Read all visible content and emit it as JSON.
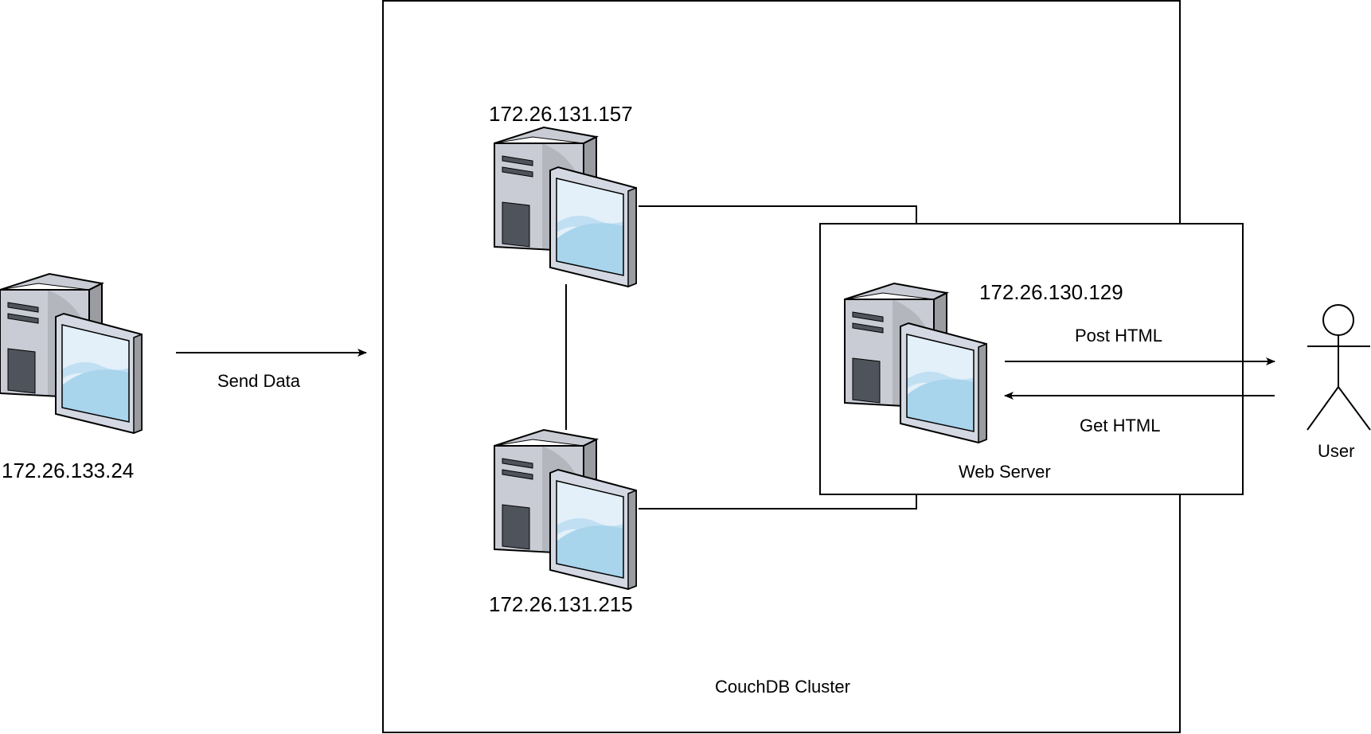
{
  "diagram": {
    "colors": {
      "stroke": "#000000",
      "case_light": "#c9ccd4",
      "case_side": "#9a9ca1",
      "case_dark": "#4f535c",
      "screen_frame": "#d4d8e2",
      "screen_light": "#e3f0f9",
      "screen_blue": "#a8d4ec"
    },
    "source_node": {
      "ip": "172.26.133.24",
      "icon": "desktop-computer-icon"
    },
    "send_edge": {
      "label": "Send Data"
    },
    "cluster": {
      "label": "CouchDB Cluster",
      "nodes": [
        {
          "ip": "172.26.131.157",
          "icon": "desktop-computer-icon"
        },
        {
          "ip": "172.26.131.215",
          "icon": "desktop-computer-icon"
        }
      ]
    },
    "web_server": {
      "label": "Web Server",
      "ip": "172.26.130.129",
      "icon": "desktop-computer-icon"
    },
    "user": {
      "label": "User",
      "icon": "stick-figure-user-icon"
    },
    "edges": {
      "post": {
        "label": "Post HTML"
      },
      "get": {
        "label": "Get HTML"
      }
    }
  }
}
